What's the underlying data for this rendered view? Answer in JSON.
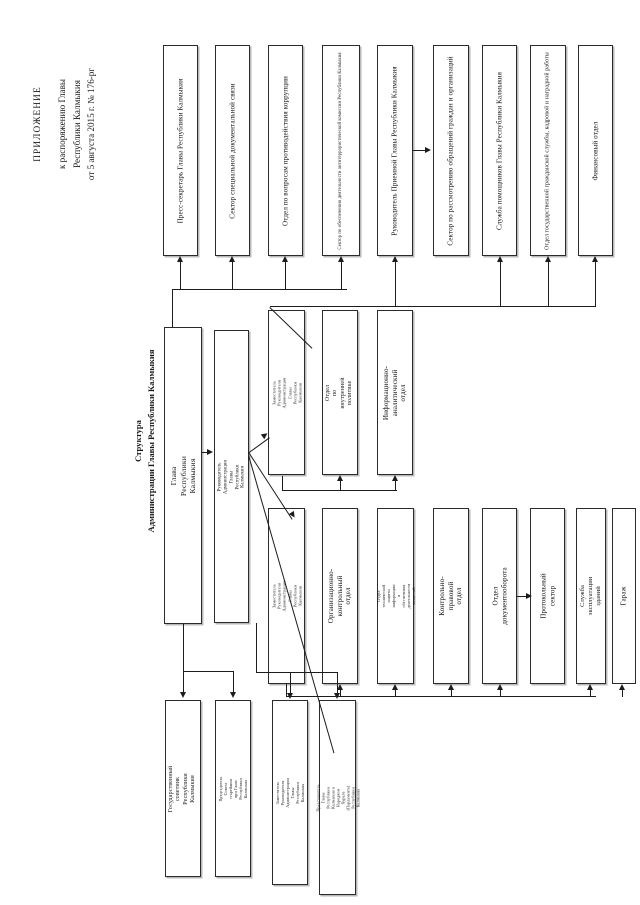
{
  "document": {
    "header": {
      "title": "ПРИЛОЖЕНИЕ",
      "line1": "к распоряжению Главы",
      "line2": "Республики Калмыкия",
      "line3": "от 5 августа 2015 г. № 176-рг"
    },
    "chart_title": {
      "line1": "Структура",
      "line2": "Администрации Главы Республики Калмыкия"
    }
  },
  "diagram": {
    "type": "org-chart",
    "orientation": "rotated-90-ccw",
    "root": "Глава Республики Калмыкия",
    "nodes": {
      "head": "Глава\nРеспублики Калмыкия",
      "chief": "Руководитель Администрации Главы\nРеспублики Калмыкия",
      "state_advisor": "Государственный советник\nРеспублики Калмыкия",
      "elders_chair": "Председатель Совета старейшин\nпри Главе Республики Калмыкия",
      "deputy_a": "Заместитель Руководителя\nАдминистрации Главы\nРеспублики Калмыкия",
      "deputy_b": "Заместитель Руководителя\nАдминистрации Главы\nРеспублики Калмыкия",
      "deputy_c": "Заместитель Руководителя\nАдминистрации Главы\nРеспублики Калмыкия",
      "representative": "Представитель Главы Республики\nКалмыкия в Народном Хурале\n(Парламенте) Республики Калмыкия"
    },
    "top_row": [
      "Пресс-секретарь\nГлавы Республики Калмыкия",
      "Сектор специальной\nдокументальной связи",
      "Отдел по вопросам\nпротиводействия коррупции",
      "Сектор по обеспечению деятельности\nантитеррористической комиссии\nРеспублики Калмыкия",
      "Руководитель Приемной Главы\nРеспублики Калмыкия",
      "Сектор по рассмотрению обращений\nграждан и организаций",
      "Служба помощников\nГлавы Республики Калмыкия",
      "Отдел государственной гражданской\nслужбы, кадровой и наградной работы",
      "Финансовый\nотдел"
    ],
    "middle_row": [
      "Отдел\nпо внутренней политике",
      "Информационно-\nаналитический отдел"
    ],
    "bottom_row": [
      "Организационно-контрольный\nотдел",
      "Отдел технической защиты\nинформации и обеспечения\nдеятельности комиссий",
      "Контрольно-правовой\nотдел",
      "Отдел документооборота",
      "Протокольный сектор",
      "Служба эксплуатации зданий",
      "Гараж"
    ],
    "colors": {
      "line": "#1c1c1c",
      "box_border": "#2b2b2b",
      "box_fill": "#ffffff",
      "shadow": "#b9b9b9",
      "text": "#1a1a1a"
    }
  }
}
